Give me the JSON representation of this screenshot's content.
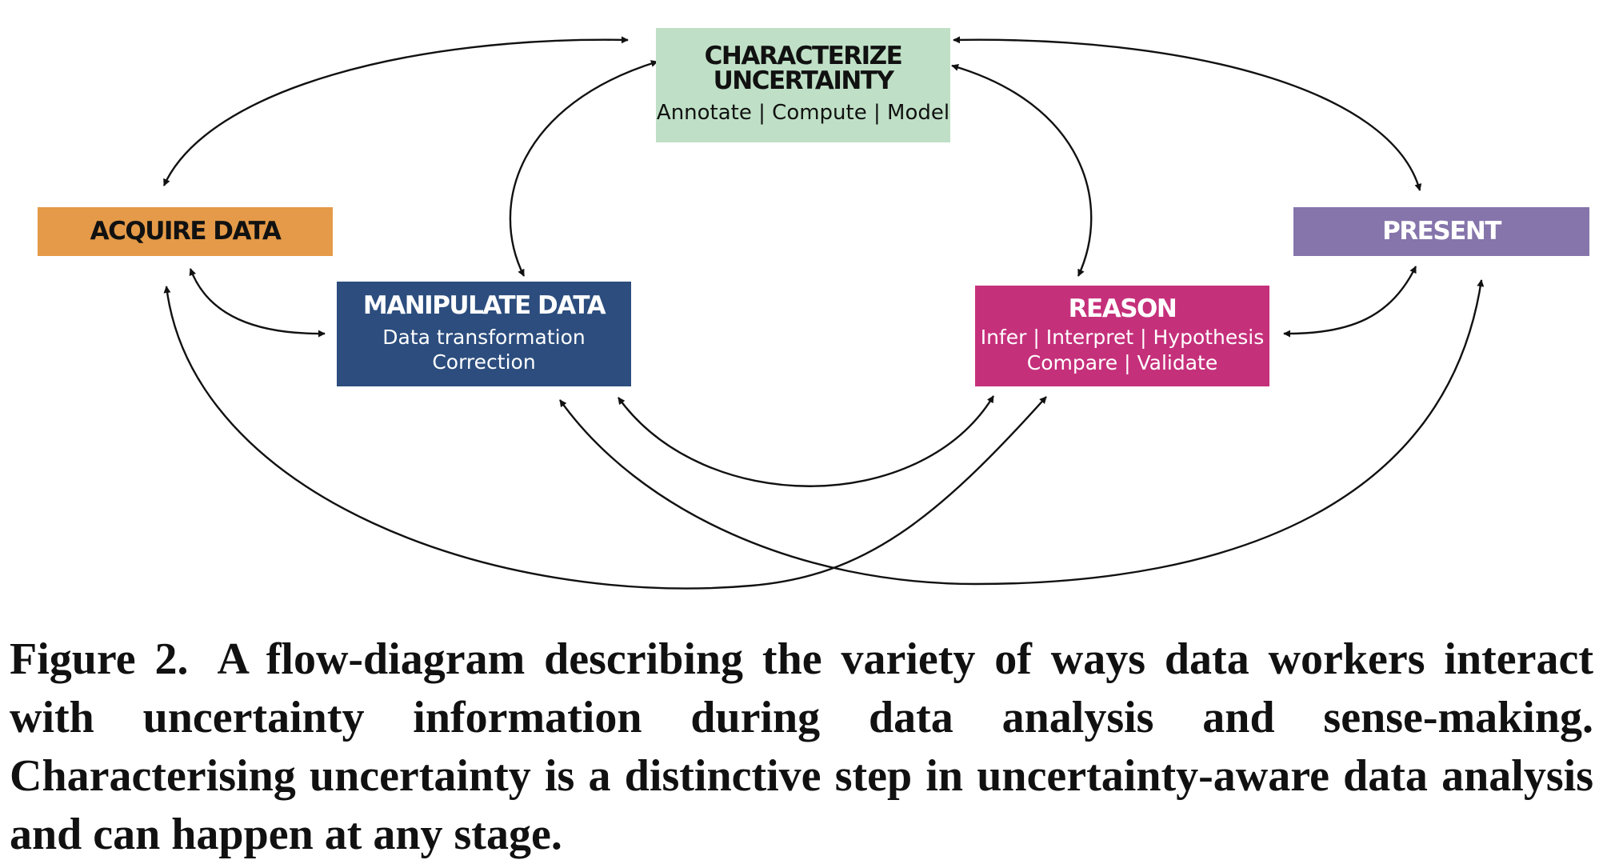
{
  "nodes": {
    "characterize": {
      "title": "CHARACTERIZE\nUNCERTAINTY",
      "subtitle": "Annotate | Compute | Model",
      "color": "#bfe0c6"
    },
    "acquire": {
      "title": "ACQUIRE DATA",
      "color": "#e49a48"
    },
    "present": {
      "title": "PRESENT",
      "color": "#8575ab"
    },
    "manipulate": {
      "title": "MANIPULATE DATA",
      "lines": [
        "Data transformation",
        "Correction"
      ],
      "color": "#2c4d7e"
    },
    "reason": {
      "title": "REASON",
      "lines": [
        "Infer | Interpret | Hypothesis",
        "Compare | Validate"
      ],
      "color": "#c5307b"
    }
  },
  "edges": [
    {
      "from": "acquire",
      "to": "characterize",
      "bidirectional": true
    },
    {
      "from": "manipulate",
      "to": "characterize",
      "bidirectional": true
    },
    {
      "from": "reason",
      "to": "characterize",
      "bidirectional": true
    },
    {
      "from": "present",
      "to": "characterize",
      "bidirectional": true
    },
    {
      "from": "acquire",
      "to": "manipulate",
      "bidirectional": true
    },
    {
      "from": "reason",
      "to": "present",
      "bidirectional": true
    },
    {
      "from": "manipulate",
      "to": "reason",
      "bidirectional": true
    },
    {
      "from": "acquire",
      "to": "reason",
      "bidirectional": true
    },
    {
      "from": "manipulate",
      "to": "present",
      "bidirectional": true
    }
  ],
  "caption": {
    "label": "Figure 2.",
    "text": "A flow-diagram describing the variety of ways data workers interact with uncertainty information during data analysis and sense-making. Characterising uncertainty is a distinctive step in uncertainty-aware data analysis and can happen at any stage."
  }
}
